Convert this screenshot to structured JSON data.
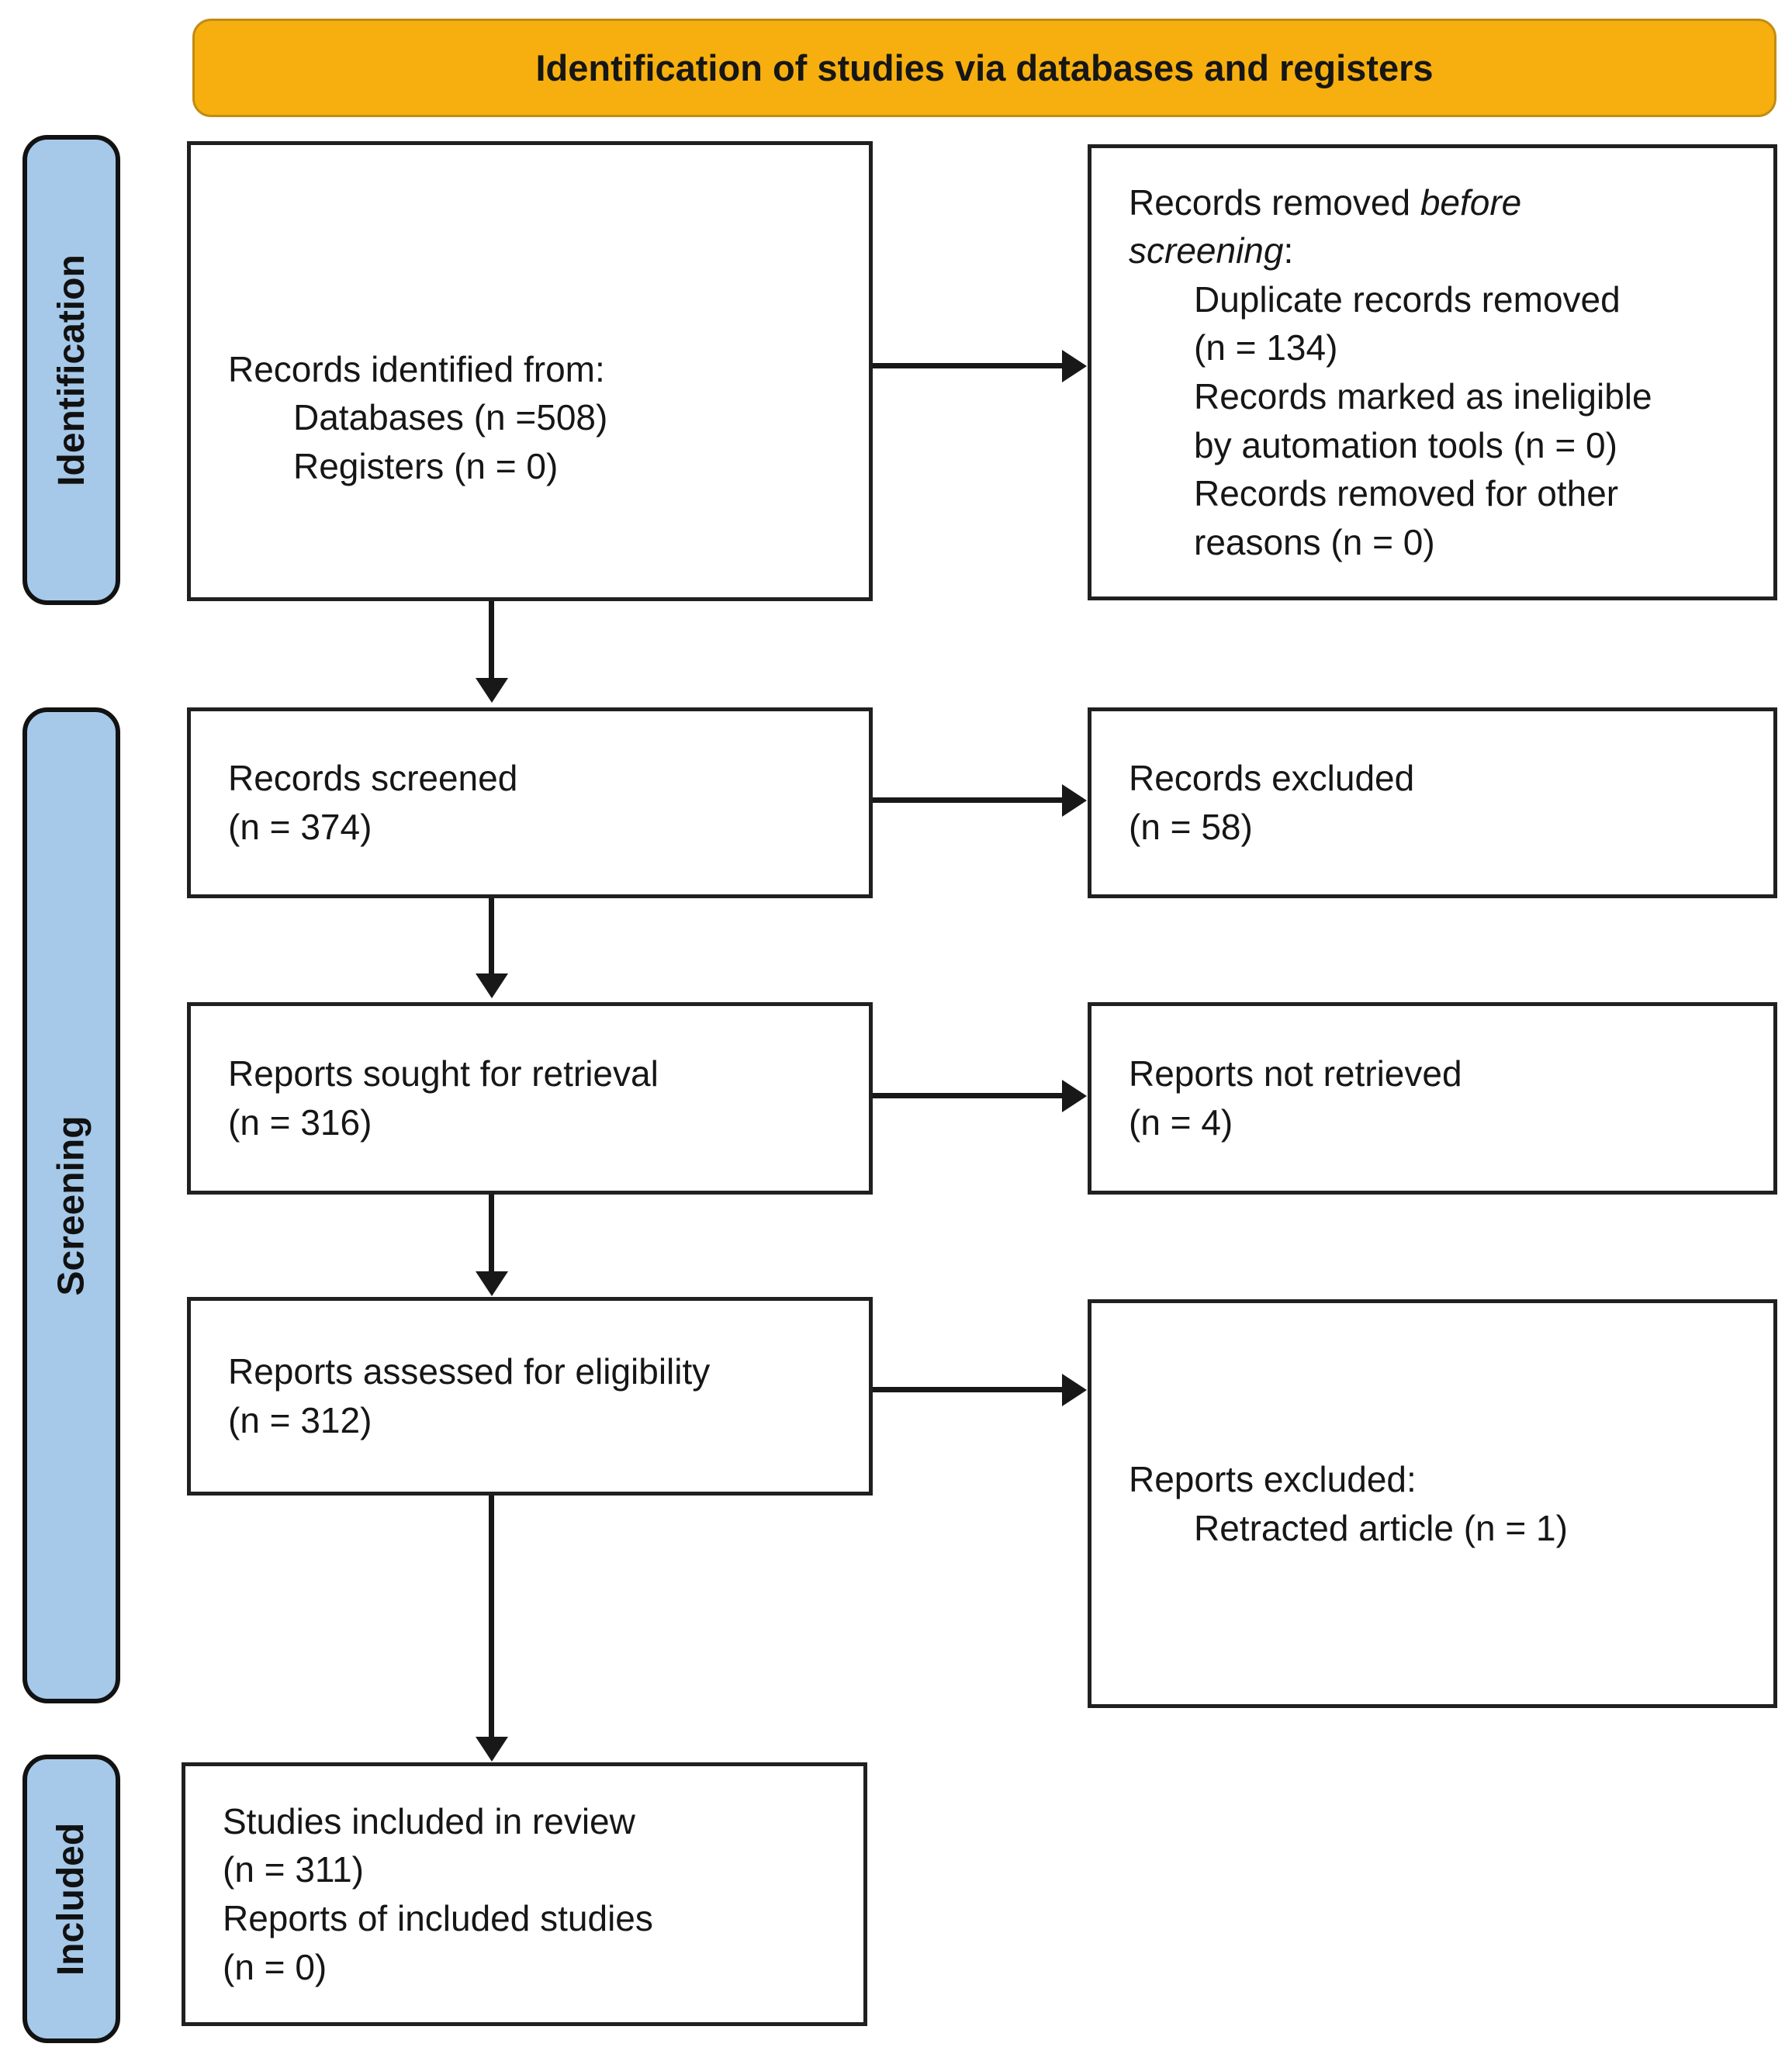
{
  "banner": {
    "title": "Identification of studies via databases and registers"
  },
  "sidebar": {
    "identification": "Identification",
    "screening": "Screening",
    "included": "Included"
  },
  "flow": {
    "records_identified": {
      "heading": "Records identified from:",
      "items": [
        "Databases (n =508)",
        "Registers (n = 0)"
      ]
    },
    "records_removed": {
      "intro1_text": "Records removed ",
      "intro1_italic": "before",
      "intro2_italic": "screening",
      "intro2_suffix": ":",
      "items": [
        "Duplicate records removed",
        "(n = 134)",
        "Records marked as ineligible",
        "by automation tools (n = 0)",
        "Records removed for other",
        "reasons (n = 0)"
      ]
    },
    "records_screened": {
      "line1": "Records screened",
      "line2": "(n = 374)"
    },
    "records_excluded": {
      "line1": "Records excluded",
      "line2": "(n = 58)"
    },
    "reports_sought": {
      "line1": "Reports sought for retrieval",
      "line2": "(n = 316)"
    },
    "reports_not_retrieved": {
      "line1": "Reports not retrieved",
      "line2": "(n = 4)"
    },
    "reports_assessed": {
      "line1": "Reports assessed for eligibility",
      "line2": "(n = 312)"
    },
    "reports_excluded": {
      "heading": "Reports excluded:",
      "item": "Retracted article (n = 1)"
    },
    "studies_included": {
      "lines": [
        "Studies included in review",
        "(n = 311)",
        "Reports of included studies",
        "(n = 0)"
      ]
    }
  },
  "colors": {
    "banner_fill": "#F6AF0E",
    "banner_border": "#C18C13",
    "sidebar_fill": "#A6C9E9",
    "box_border": "#202020",
    "arrow": "#181818",
    "text": "#161616"
  }
}
